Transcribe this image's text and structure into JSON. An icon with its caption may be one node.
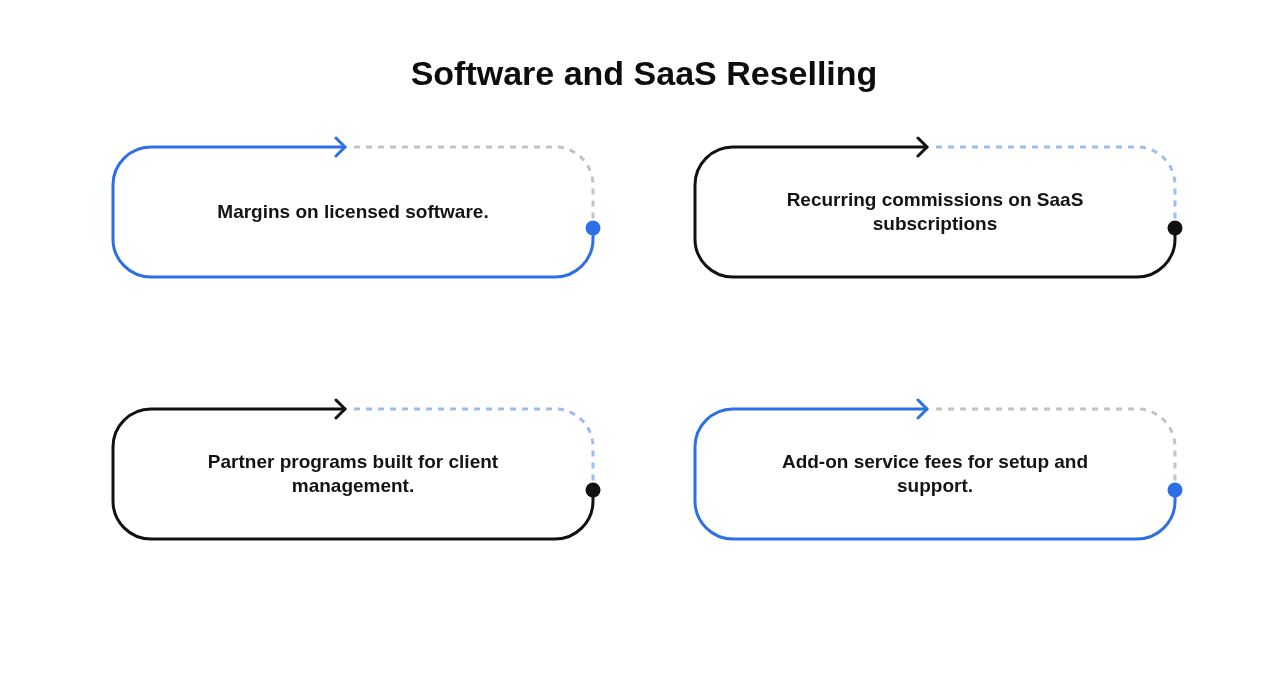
{
  "diagram": {
    "title": "Software and SaaS Reselling",
    "nodes": [
      {
        "text": [
          "Margins on licensed software."
        ]
      },
      {
        "text": [
          "Recurring commissions on SaaS subscriptions"
        ]
      },
      {
        "text": [
          "Partner programs built for client management."
        ]
      },
      {
        "text": [
          "Add-on service fees for setup and support."
        ]
      }
    ]
  }
}
